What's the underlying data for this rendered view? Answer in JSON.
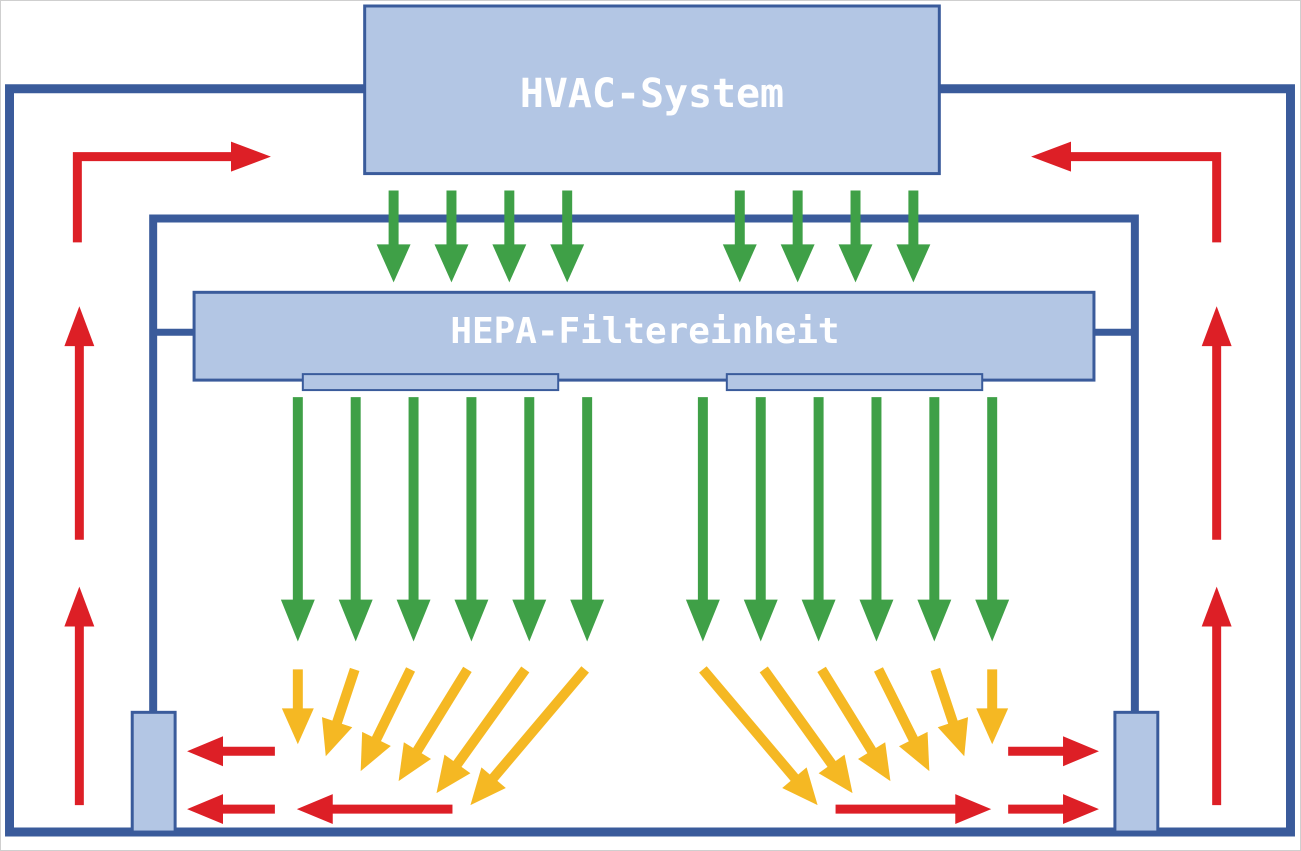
{
  "labels": {
    "hvac": "HVAC-System",
    "hepa": "HEPA-Filtereinheit"
  },
  "colors": {
    "duct_blue": "#3a5b9b",
    "box_fill": "#b3c6e4",
    "box_stroke": "#3a5b9b",
    "supply_green": "#3fa047",
    "turbulent_yellow": "#f5b823",
    "return_red": "#dd1f26",
    "label_text": "#ffffff"
  },
  "icons": {
    "supply_arrow": "down-arrow-green",
    "turbulent_arrow": "diagonal-arrow-yellow",
    "return_arrow": "arrow-red"
  }
}
